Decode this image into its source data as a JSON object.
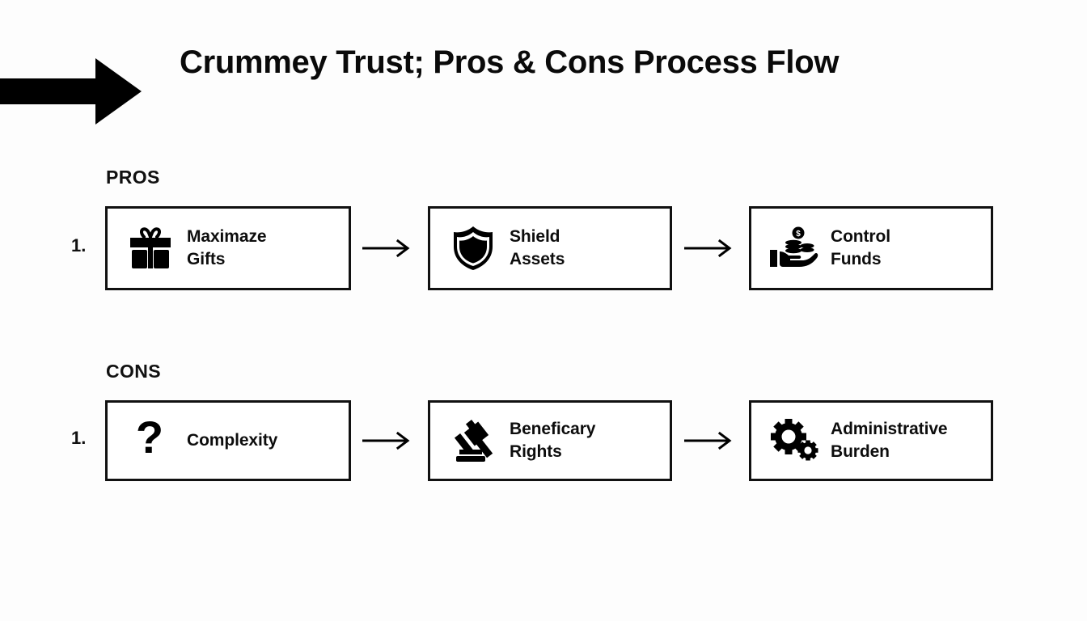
{
  "title": "Crummey Trust; Pros & Cons Process Flow",
  "banner": {
    "arrow_icon": "right-arrow-banner-icon"
  },
  "colors": {
    "background": "#fdfdfd",
    "box_fill": "#ffffff",
    "stroke": "#111111",
    "text": "#0d0d0d"
  },
  "sections": [
    {
      "label": "PROS",
      "index": "1.",
      "steps": [
        {
          "icon": "gift-icon",
          "label": "Maximaze\nGifts"
        },
        {
          "icon": "shield-icon",
          "label": "Shield\nAssets"
        },
        {
          "icon": "hand-coins-icon",
          "label": "Control\nFunds"
        }
      ],
      "connectors": [
        "arrow-right-icon",
        "arrow-right-icon"
      ]
    },
    {
      "label": "CONS",
      "index": "1.",
      "steps": [
        {
          "icon": "question-mark-icon",
          "label": "Complexity"
        },
        {
          "icon": "gavel-icon",
          "label": "Beneficary\nRights"
        },
        {
          "icon": "gears-icon",
          "label": "Administrative\nBurden"
        }
      ],
      "connectors": [
        "arrow-right-icon",
        "arrow-right-icon"
      ]
    }
  ]
}
